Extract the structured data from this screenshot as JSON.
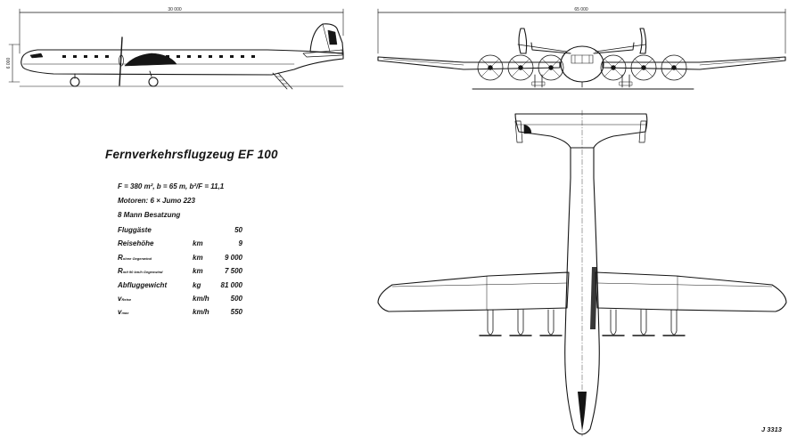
{
  "title": "Fernverkehrsflugzeug EF 100",
  "specs_header": {
    "formula": "F = 380 m², b = 65 m, b²/F = 11,1",
    "engines": "Motoren: 6 × Jumo 223",
    "crew": "8 Mann Besatzung"
  },
  "specs": [
    {
      "label": "Fluggäste",
      "sub": "",
      "unit": "",
      "value": "50"
    },
    {
      "label": "Reisehöhe",
      "sub": "",
      "unit": "km",
      "value": "9"
    },
    {
      "label": "R",
      "sub": "ohne Gegenwind",
      "unit": "km",
      "value": "9 000"
    },
    {
      "label": "R",
      "sub": "mit 90 km/h Gegenwind",
      "unit": "km",
      "value": "7 500"
    },
    {
      "label": "Abfluggewicht",
      "sub": "",
      "unit": "kg",
      "value": "81 000"
    },
    {
      "label": "v",
      "sub": "Reise",
      "unit": "km/h",
      "value": "500"
    },
    {
      "label": "v",
      "sub": "max",
      "unit": "km/h",
      "value": "550"
    }
  ],
  "dimensions": {
    "side_length": "30 000",
    "side_height": "6 000",
    "front_span": "65 000"
  },
  "figure_id": "J 3313",
  "colors": {
    "ink": "#151515",
    "paper": "#ffffff"
  }
}
